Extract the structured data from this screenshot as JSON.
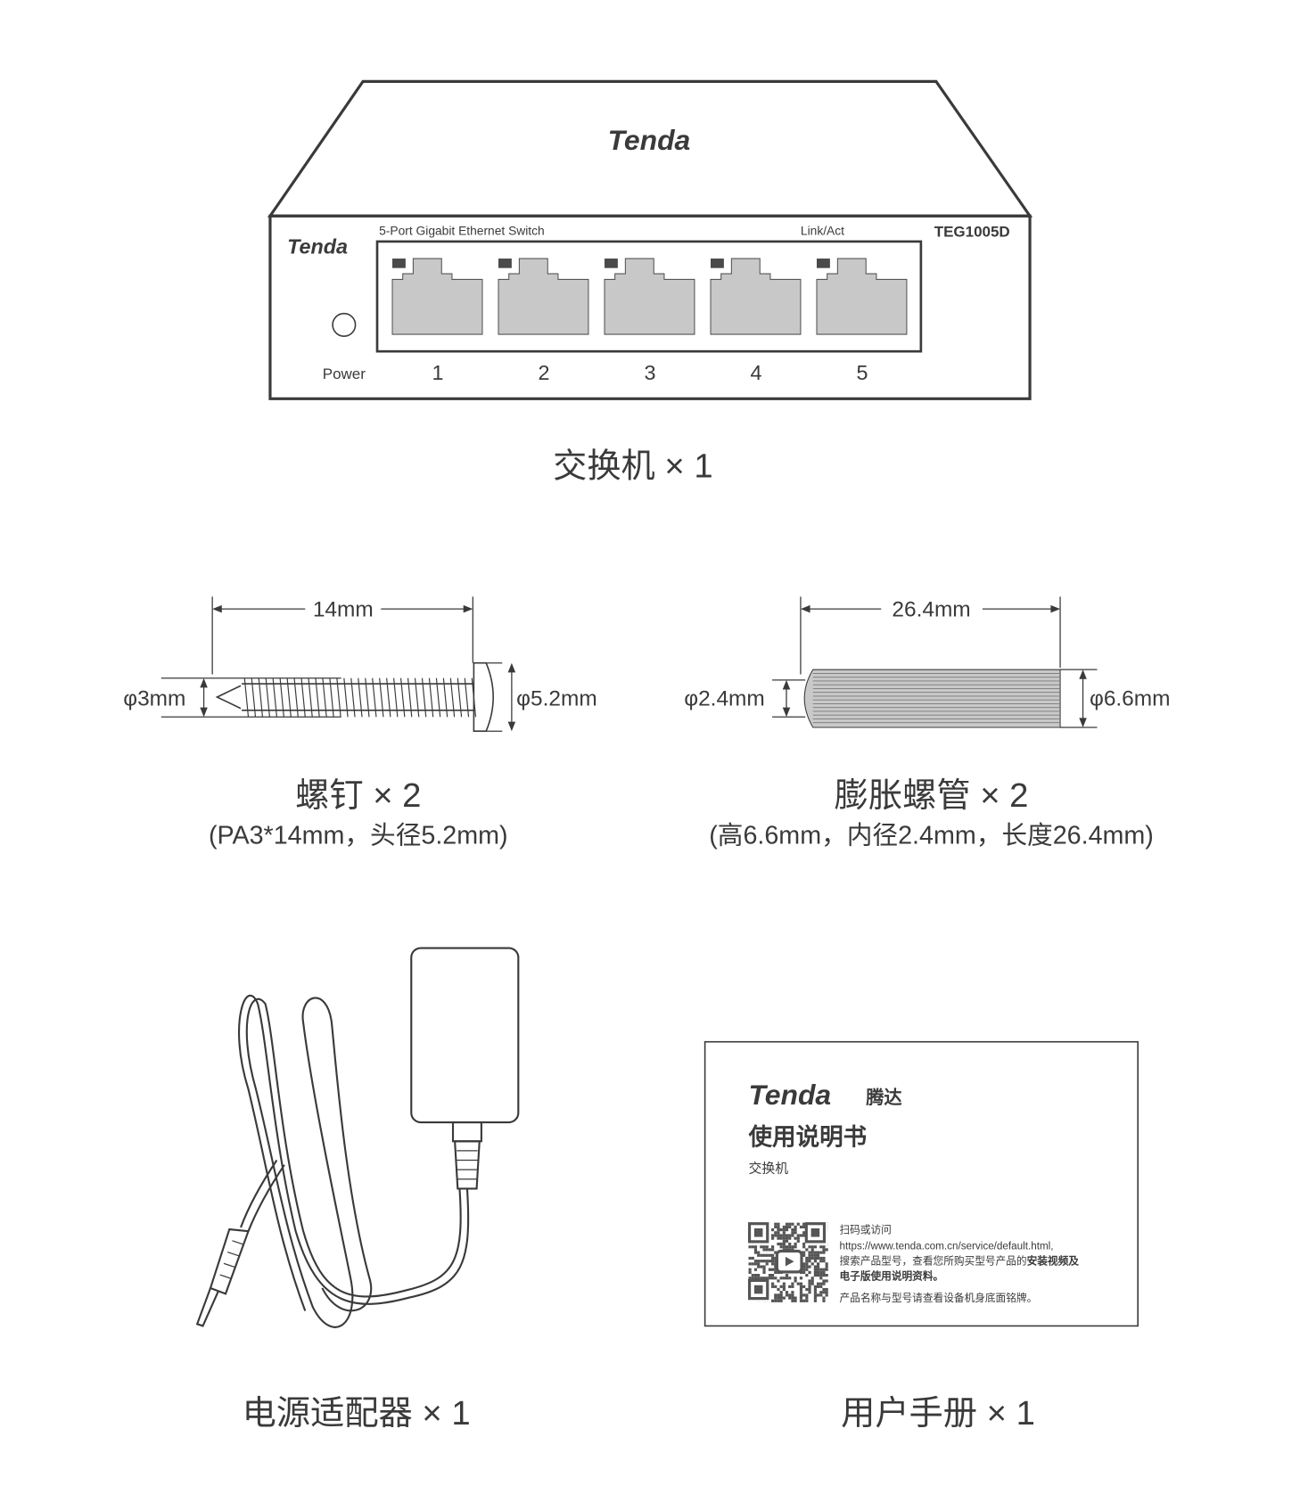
{
  "switch": {
    "brand": "Tenda",
    "description": "5-Port Gigabit Ethernet Switch",
    "led_label": "Link/Act",
    "model": "TEG1005D",
    "power_label": "Power",
    "ports": [
      "1",
      "2",
      "3",
      "4",
      "5"
    ],
    "caption": "交换机 × 1"
  },
  "screw": {
    "length": "14mm",
    "shank_diameter": "φ3mm",
    "head_diameter": "φ5.2mm",
    "caption": "螺钉 × 2",
    "spec": "(PA3*14mm，头径5.2mm)"
  },
  "anchor": {
    "length": "26.4mm",
    "inner_diameter": "φ2.4mm",
    "outer_diameter": "φ6.6mm",
    "caption": "膨胀螺管 × 2",
    "spec": "(高6.6mm，内径2.4mm，长度26.4mm)"
  },
  "adapter": {
    "caption": "电源适配器 × 1"
  },
  "manual": {
    "brand": "Tenda",
    "brand_cn": "腾达",
    "title": "使用说明书",
    "subtitle": "交换机",
    "scan_line": "扫码或访问",
    "url": "https://www.tenda.com.cn/service/default.html,",
    "search_line": "搜索产品型号，查看您所购买型号产品的",
    "search_bold": "安装视频及",
    "bold_line": "电子版使用说明资料。",
    "note": "产品名称与型号请查看设备机身底面铭牌。",
    "caption": "用户手册 × 1"
  },
  "colors": {
    "line": "#3a3a3a",
    "port": "#c8c8c8",
    "led": "#4a4a4a"
  }
}
